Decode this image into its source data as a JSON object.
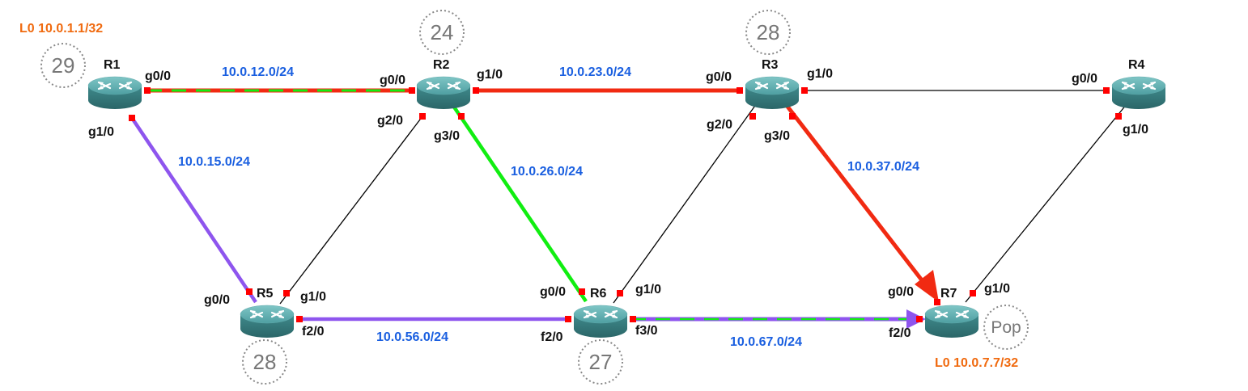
{
  "colors": {
    "subnet": "#1a5fe0",
    "loopback": "#f06a0f",
    "red_path": "#f12a12",
    "green_path": "#11ee11",
    "purple_path": "#8e55ee",
    "plain_link": "#000000",
    "port": "#ff0000",
    "router_body": "#3f8a8c",
    "label_circle": "#888888"
  },
  "routers": [
    {
      "id": "R1",
      "name": "R1",
      "label": "29"
    },
    {
      "id": "R2",
      "name": "R2",
      "label": "24"
    },
    {
      "id": "R3",
      "name": "R3",
      "label": "28"
    },
    {
      "id": "R4",
      "name": "R4",
      "label": ""
    },
    {
      "id": "R5",
      "name": "R5",
      "label": "28"
    },
    {
      "id": "R6",
      "name": "R6",
      "label": "27"
    },
    {
      "id": "R7",
      "name": "R7",
      "label": "Pop"
    }
  ],
  "loopbacks": [
    {
      "router": "R1",
      "text": "L0 10.0.1.1/32"
    },
    {
      "router": "R7",
      "text": "L0 10.0.7.7/32"
    }
  ],
  "subnets": [
    {
      "link": "R1-R2",
      "text": "10.0.12.0/24"
    },
    {
      "link": "R2-R3",
      "text": "10.0.23.0/24"
    },
    {
      "link": "R1-R5",
      "text": "10.0.15.0/24"
    },
    {
      "link": "R2-R6",
      "text": "10.0.26.0/24"
    },
    {
      "link": "R3-R7",
      "text": "10.0.37.0/24"
    },
    {
      "link": "R5-R6",
      "text": "10.0.56.0/24"
    },
    {
      "link": "R6-R7",
      "text": "10.0.67.0/24"
    }
  ],
  "interfaces": [
    {
      "router": "R1",
      "name": "g0/0"
    },
    {
      "router": "R1",
      "name": "g1/0"
    },
    {
      "router": "R2",
      "name": "g0/0"
    },
    {
      "router": "R2",
      "name": "g1/0"
    },
    {
      "router": "R2",
      "name": "g2/0"
    },
    {
      "router": "R2",
      "name": "g3/0"
    },
    {
      "router": "R3",
      "name": "g0/0"
    },
    {
      "router": "R3",
      "name": "g1/0"
    },
    {
      "router": "R3",
      "name": "g2/0"
    },
    {
      "router": "R3",
      "name": "g3/0"
    },
    {
      "router": "R4",
      "name": "g0/0"
    },
    {
      "router": "R4",
      "name": "g1/0"
    },
    {
      "router": "R5",
      "name": "g0/0"
    },
    {
      "router": "R5",
      "name": "g1/0"
    },
    {
      "router": "R5",
      "name": "f2/0"
    },
    {
      "router": "R6",
      "name": "g0/0"
    },
    {
      "router": "R6",
      "name": "g1/0"
    },
    {
      "router": "R6",
      "name": "f2/0"
    },
    {
      "router": "R6",
      "name": "f3/0"
    },
    {
      "router": "R7",
      "name": "g0/0"
    },
    {
      "router": "R7",
      "name": "g1/0"
    },
    {
      "router": "R7",
      "name": "f2/0"
    }
  ],
  "links": [
    {
      "a": "R1",
      "b": "R2",
      "style": "red-green-dashed"
    },
    {
      "a": "R2",
      "b": "R3",
      "style": "red"
    },
    {
      "a": "R3",
      "b": "R4",
      "style": "plain"
    },
    {
      "a": "R1",
      "b": "R5",
      "style": "purple"
    },
    {
      "a": "R2",
      "b": "R5",
      "style": "plain"
    },
    {
      "a": "R2",
      "b": "R6",
      "style": "green"
    },
    {
      "a": "R3",
      "b": "R6",
      "style": "plain"
    },
    {
      "a": "R3",
      "b": "R7",
      "style": "red-arrow"
    },
    {
      "a": "R4",
      "b": "R7",
      "style": "plain"
    },
    {
      "a": "R5",
      "b": "R6",
      "style": "purple"
    },
    {
      "a": "R6",
      "b": "R7",
      "style": "purple-green-dashed-arrow"
    }
  ]
}
